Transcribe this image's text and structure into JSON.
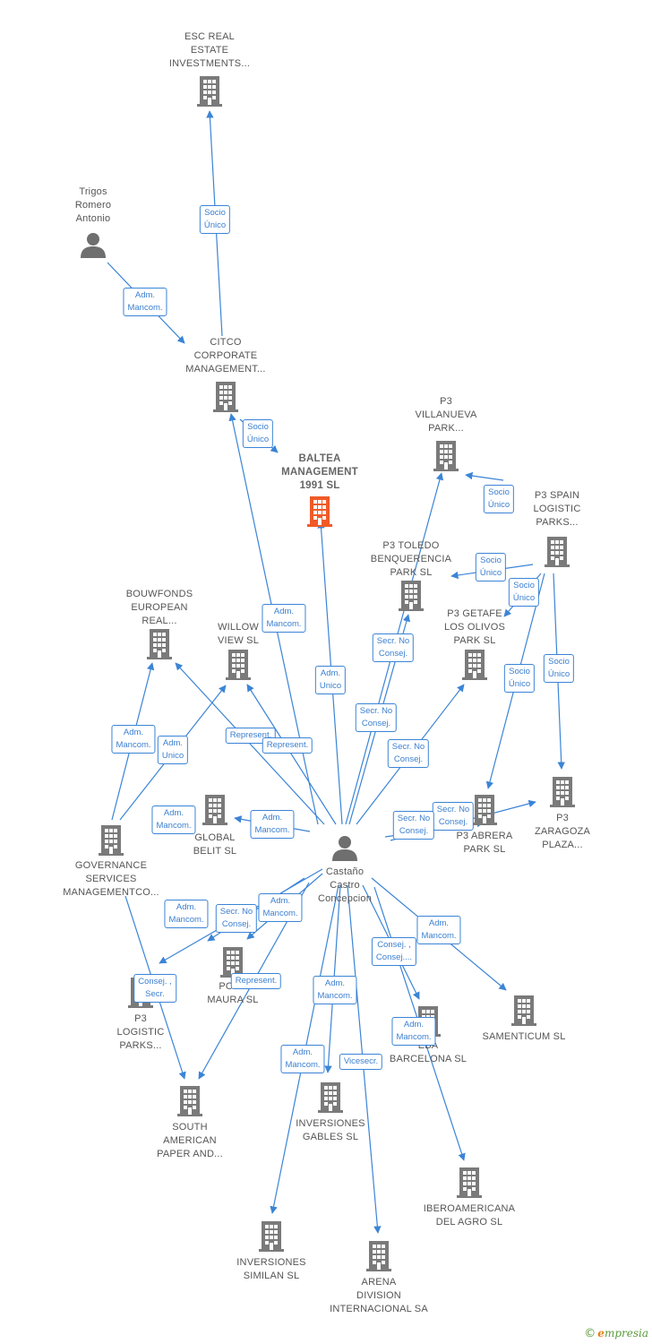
{
  "colors": {
    "edge": "#3b84d6",
    "building": "#7a7a7a",
    "main_building": "#f05a28",
    "person": "#6f6f6f"
  },
  "nodes": [
    {
      "id": "esc",
      "type": "company",
      "lines": [
        "ESC REAL",
        "ESTATE",
        "INVESTMENTS..."
      ]
    },
    {
      "id": "trigos",
      "type": "person",
      "lines": [
        "Trigos",
        "Romero",
        "Antonio"
      ]
    },
    {
      "id": "citco",
      "type": "company",
      "lines": [
        "CITCO",
        "CORPORATE",
        "MANAGEMENT..."
      ]
    },
    {
      "id": "baltea",
      "type": "main",
      "lines": [
        "BALTEA",
        "MANAGEMENT",
        "1991  SL"
      ]
    },
    {
      "id": "p3villa",
      "type": "company",
      "lines": [
        "P3",
        "VILLANUEVA",
        "PARK..."
      ]
    },
    {
      "id": "p3spain",
      "type": "company",
      "lines": [
        "P3 SPAIN",
        "LOGISTIC",
        "PARKS..."
      ]
    },
    {
      "id": "p3toledo",
      "type": "company",
      "lines": [
        "P3 TOLEDO",
        "BENQUERENCIA",
        "PARK  SL"
      ]
    },
    {
      "id": "p3getafe",
      "type": "company",
      "lines": [
        "P3 GETAFE",
        "LOS OLIVOS",
        "PARK  SL"
      ]
    },
    {
      "id": "bouwfonds",
      "type": "company",
      "lines": [
        "BOUWFONDS",
        "EUROPEAN",
        "REAL..."
      ]
    },
    {
      "id": "willow",
      "type": "company",
      "lines": [
        "WILLOW",
        "VIEW  SL"
      ]
    },
    {
      "id": "globalbelit",
      "type": "company",
      "lines": [
        "GLOBAL",
        "BELIT SL"
      ]
    },
    {
      "id": "governance",
      "type": "company",
      "lines": [
        "GOVERNANCE",
        "SERVICES",
        "MANAGEMENTCO..."
      ]
    },
    {
      "id": "castano",
      "type": "person",
      "lines": [
        "Castaño",
        "Castro",
        "Concepcion"
      ]
    },
    {
      "id": "p3abrera",
      "type": "company",
      "lines": [
        "P3 ABRERA",
        "PARK  SL"
      ]
    },
    {
      "id": "p3zaragoza",
      "type": "company",
      "lines": [
        "P3",
        "ZARAGOZA",
        "PLAZA..."
      ]
    },
    {
      "id": "p3logistic",
      "type": "company",
      "lines": [
        "P3",
        "LOGISTIC",
        "PARKS..."
      ]
    },
    {
      "id": "poufmaura",
      "type": "company",
      "lines": [
        "POUF",
        "MAURA  SL"
      ]
    },
    {
      "id": "ebar",
      "type": "company",
      "lines": [
        "EBA",
        "BARCELONA SL"
      ]
    },
    {
      "id": "samenticum",
      "type": "company",
      "lines": [
        "SAMENTICUM SL"
      ]
    },
    {
      "id": "southamerican",
      "type": "company",
      "lines": [
        "SOUTH",
        "AMERICAN",
        "PAPER AND..."
      ]
    },
    {
      "id": "gables",
      "type": "company",
      "lines": [
        "INVERSIONES",
        "GABLES  SL"
      ]
    },
    {
      "id": "iberoamericana",
      "type": "company",
      "lines": [
        "IBEROAMERICANA",
        "DEL AGRO  SL"
      ]
    },
    {
      "id": "similan",
      "type": "company",
      "lines": [
        "INVERSIONES",
        "SIMILAN  SL"
      ]
    },
    {
      "id": "arena",
      "type": "company",
      "lines": [
        "ARENA",
        "DIVISION",
        "INTERNACIONAL SA"
      ]
    }
  ],
  "edge_labels": [
    {
      "id": "l1",
      "lines": [
        "Socio",
        "Único"
      ]
    },
    {
      "id": "l2",
      "lines": [
        "Adm.",
        "Mancom."
      ]
    },
    {
      "id": "l3",
      "lines": [
        "Socio",
        "Único"
      ]
    },
    {
      "id": "l4",
      "lines": [
        "Socio",
        "Único"
      ]
    },
    {
      "id": "l5",
      "lines": [
        "Socio",
        "Único"
      ]
    },
    {
      "id": "l6",
      "lines": [
        "Socio",
        "Único"
      ]
    },
    {
      "id": "l7",
      "lines": [
        "Socio",
        "Único"
      ]
    },
    {
      "id": "l8",
      "lines": [
        "Socio",
        "Único"
      ]
    },
    {
      "id": "l9",
      "lines": [
        "Adm.",
        "Mancom."
      ]
    },
    {
      "id": "l10",
      "lines": [
        "Adm.",
        "Unico"
      ]
    },
    {
      "id": "l11",
      "lines": [
        "Secr.  No",
        "Consej."
      ]
    },
    {
      "id": "l12",
      "lines": [
        "Secr.  No",
        "Consej."
      ]
    },
    {
      "id": "l13",
      "lines": [
        "Secr.  No",
        "Consej."
      ]
    },
    {
      "id": "l14",
      "lines": [
        "Adm.",
        "Mancom."
      ]
    },
    {
      "id": "l15",
      "lines": [
        "Adm.",
        "Unico"
      ]
    },
    {
      "id": "l16",
      "lines": [
        "Represent."
      ]
    },
    {
      "id": "l17",
      "lines": [
        "Represent."
      ]
    },
    {
      "id": "l18",
      "lines": [
        "Adm.",
        "Mancom."
      ]
    },
    {
      "id": "l19",
      "lines": [
        "Adm.",
        "Mancom."
      ]
    },
    {
      "id": "l20",
      "lines": [
        "Secr.  No",
        "Consej."
      ]
    },
    {
      "id": "l21",
      "lines": [
        "Secr.  No",
        "Consej."
      ]
    },
    {
      "id": "l22",
      "lines": [
        "Adm.",
        "Mancom."
      ]
    },
    {
      "id": "l23",
      "lines": [
        "Secr.  No",
        "Consej."
      ]
    },
    {
      "id": "l24",
      "lines": [
        "Adm.",
        "Mancom."
      ]
    },
    {
      "id": "l25",
      "lines": [
        "Consej. ,",
        "Secr."
      ]
    },
    {
      "id": "l26",
      "lines": [
        "Represent."
      ]
    },
    {
      "id": "l27",
      "lines": [
        "Adm.",
        "Mancom."
      ]
    },
    {
      "id": "l28",
      "lines": [
        "Consej. ,",
        "Consej...."
      ]
    },
    {
      "id": "l29",
      "lines": [
        "Adm.",
        "Mancom."
      ]
    },
    {
      "id": "l30",
      "lines": [
        "Adm.",
        "Mancom."
      ]
    },
    {
      "id": "l31",
      "lines": [
        "Adm.",
        "Mancom."
      ]
    },
    {
      "id": "l32",
      "lines": [
        "Vicesecr."
      ]
    }
  ],
  "footer": {
    "copyright": "©",
    "brand_initial": "e",
    "brand_rest": "mpresia"
  }
}
